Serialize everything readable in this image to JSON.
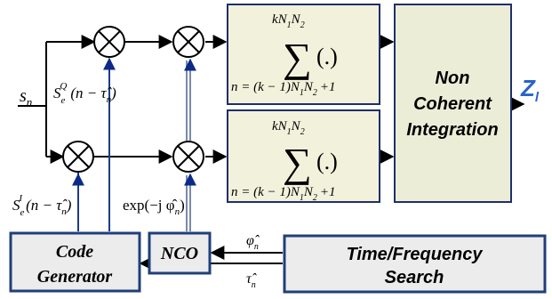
{
  "colors": {
    "line": "#000000",
    "arrow_blue": "#0b2a8a",
    "line_blue": "#1e3a8a",
    "accumulator_fill": "#f2f2dc",
    "integration_fill": "#ecedd6",
    "box_fill": "#ececec",
    "box_border": "#1f3f7a",
    "output_color": "#2a63c8"
  },
  "input": {
    "var": "s",
    "sub": "n"
  },
  "code_q": {
    "base": "S",
    "sub": "e",
    "sup": "Q",
    "arg": "(n − τ̂",
    "arg_sub": "n",
    "arg_end": ")"
  },
  "code_i": {
    "base": "S",
    "sub": "e",
    "sup": "I",
    "arg": "(n − τ̂",
    "arg_sub": "n",
    "arg_end": ")"
  },
  "nco_term": {
    "text": "exp(−j φ̂",
    "sub": "n",
    "end": ")"
  },
  "accumulator": {
    "upper_limit": "kN",
    "upper_sub1": "1",
    "upper_n2": "N",
    "upper_sub2": "2",
    "sigma": "∑",
    "arg": "(.)",
    "lower": "n = (k − 1)N",
    "lower_sub1": "1",
    "lower_n2": "N",
    "lower_sub2": "2",
    "lower_end": "+1"
  },
  "integration": {
    "line1": "Non",
    "line2": "Coherent",
    "line3": "Integration"
  },
  "output": {
    "var": "Z",
    "sub": "l"
  },
  "code_generator": {
    "line1": "Code",
    "line2": "Generator"
  },
  "nco": {
    "label": "NCO"
  },
  "search": {
    "line1": "Time/Frequency",
    "line2": "Search"
  },
  "phase_est": {
    "var": "φ̂",
    "sub": "n"
  },
  "delay_est": {
    "var": "τ̂",
    "sub": "n"
  },
  "icons": {
    "mixer": "multiplier-circle-icon"
  }
}
